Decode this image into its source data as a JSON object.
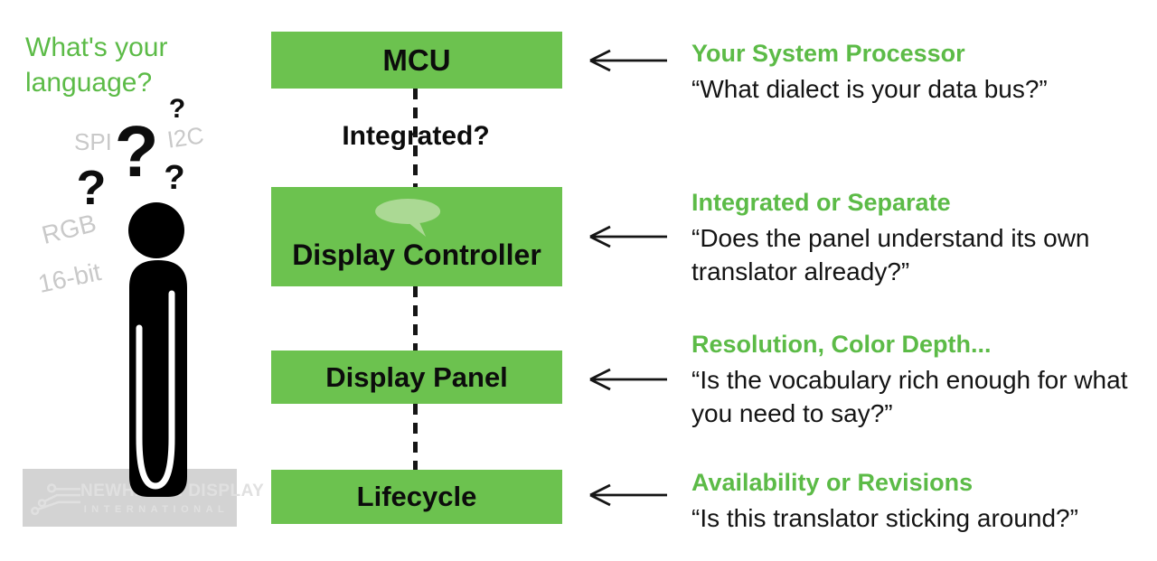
{
  "title": {
    "text": "What's your language?"
  },
  "confusion": {
    "protocols": [
      "SPI",
      "I2C",
      "RGB",
      "16-bit"
    ],
    "question_marks": [
      "?",
      "?",
      "?",
      "?"
    ]
  },
  "flow": {
    "boxes": [
      {
        "label": "MCU"
      },
      {
        "label": "Display Controller"
      },
      {
        "label": "Display Panel"
      },
      {
        "label": "Lifecycle"
      }
    ],
    "connector_label": "Integrated?"
  },
  "annotations": [
    {
      "heading": "Your System Processor",
      "body": "“What dialect is your data bus?”"
    },
    {
      "heading": "Integrated or Separate",
      "body": "“Does the panel understand its own translator already?”"
    },
    {
      "heading": "Resolution, Color Depth...",
      "body": "“Is the vocabulary rich enough for what you need to say?”"
    },
    {
      "heading": "Availability or Revisions",
      "body": "“Is this translator sticking around?”"
    }
  ],
  "watermark": {
    "line1": "NEWHAVEN DISPLAY",
    "line2": "INTERNATIONAL"
  },
  "colors": {
    "box_green": "#6cc24f",
    "text_green": "#5cbb47",
    "bubble": "#abd994",
    "gray_label": "#c9c9c9",
    "watermark_bg": "#d3d3d3",
    "watermark_text": "#e0e0e0",
    "ink": "#151515"
  }
}
